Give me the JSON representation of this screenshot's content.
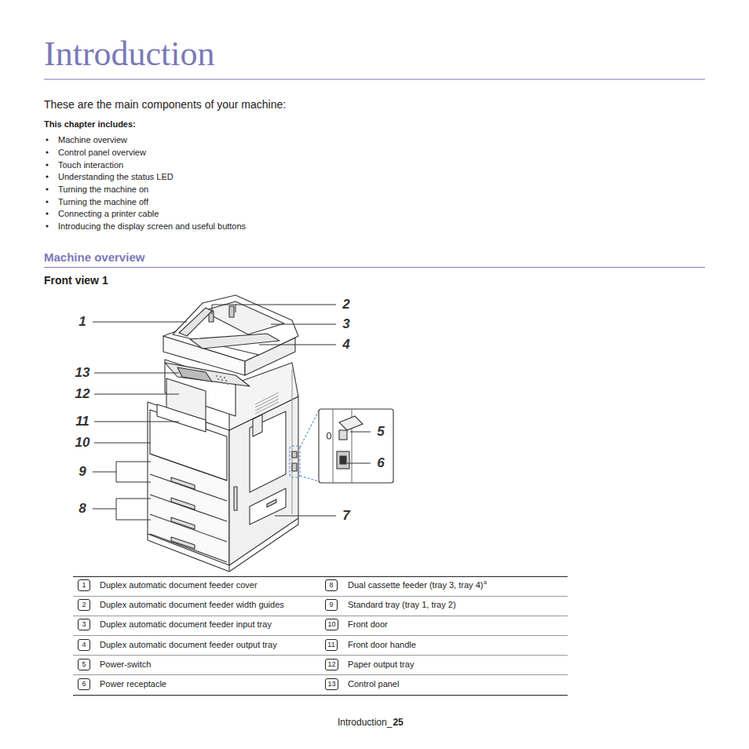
{
  "diagram": {
    "title": "Introduction",
    "nodes": [
      {
        "text": [
          "1"
        ]
      },
      {
        "text": [
          "8"
        ]
      },
      {
        "text": [
          "2"
        ]
      },
      {
        "text": [
          "9"
        ]
      },
      {
        "text": [
          "3"
        ]
      },
      {
        "text": [
          "10"
        ]
      },
      {
        "text": [
          "4"
        ]
      },
      {
        "text": [
          "11"
        ]
      },
      {
        "text": [
          "5"
        ]
      },
      {
        "text": [
          "12"
        ]
      },
      {
        "text": [
          "6"
        ]
      },
      {
        "text": [
          "13"
        ]
      }
    ],
    "labels": [
      "These are the main components of your machine:",
      "This chapter includes:",
      "Machine overview",
      "Control panel overview",
      "Touch interaction",
      "Understanding the status LED",
      "Turning the machine on",
      "Turning the machine off",
      "Connecting a printer cable",
      "Introducing the display screen and useful buttons",
      "Machine overview",
      "Front view 1",
      "1",
      "2",
      "3",
      "4",
      "13",
      "12",
      "11",
      "10",
      "9",
      "5",
      "6",
      "8",
      "7",
      "Duplex automatic document feeder cover",
      "Dual cassette feeder (tray 3, tray 4)",
      "Duplex automatic document feeder width guides",
      "Standard tray (tray 1, tray 2)",
      "Duplex automatic document feeder input tray",
      "Front door",
      "Duplex automatic document feeder output tray",
      "Front door handle",
      "Power-switch",
      "Paper output tray",
      "Power receptacle",
      "Control panel",
      "a",
      "Introduction_",
      "25"
    ]
  }
}
